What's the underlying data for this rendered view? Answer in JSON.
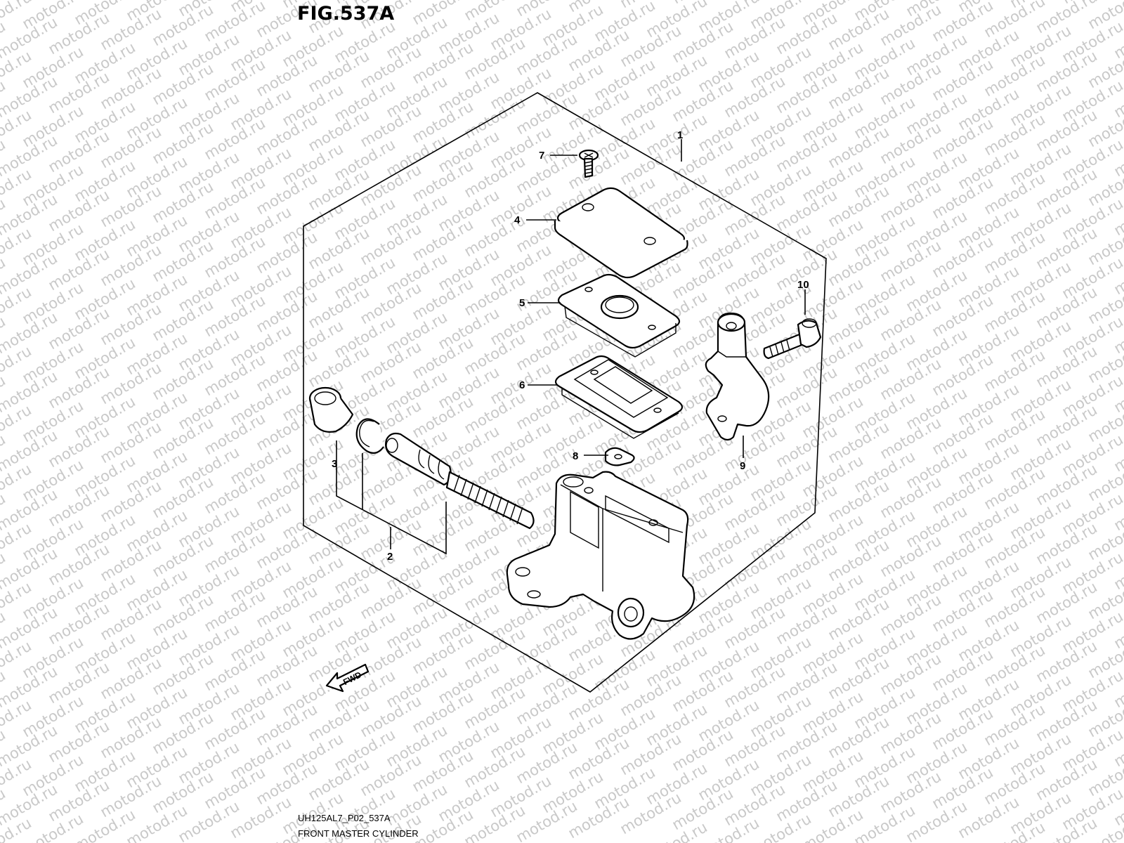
{
  "figure": {
    "title": "FIG.537A",
    "code": "UH125AL7_P02_537A",
    "caption": "FRONT MASTER CYLINDER"
  },
  "watermark": {
    "text": "motod.ru",
    "color": "#c9c9c9"
  },
  "fwd_label": "FWD",
  "callouts": [
    {
      "id": "1",
      "label": "1"
    },
    {
      "id": "2",
      "label": "2"
    },
    {
      "id": "3",
      "label": "3"
    },
    {
      "id": "4",
      "label": "4"
    },
    {
      "id": "5",
      "label": "5"
    },
    {
      "id": "6",
      "label": "6"
    },
    {
      "id": "7",
      "label": "7"
    },
    {
      "id": "8",
      "label": "8"
    },
    {
      "id": "9",
      "label": "9"
    },
    {
      "id": "10",
      "label": "10"
    }
  ]
}
